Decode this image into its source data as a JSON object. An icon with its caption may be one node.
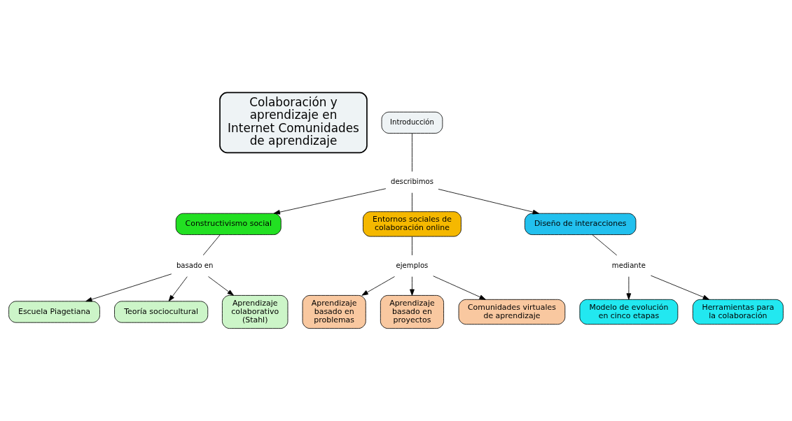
{
  "diagram": {
    "nodes": [
      {
        "text": [
          "Colaboración y aprendizaje en Internet Comunidades de aprendizaje"
        ]
      },
      {
        "text": [
          "Introducción"
        ]
      },
      {
        "text": [
          "describimos"
        ]
      },
      {
        "text": [
          "Constructivismo social"
        ]
      },
      {
        "text": [
          "Entornos sociales de colaboración online"
        ]
      },
      {
        "text": [
          "Diseño de interacciones"
        ]
      },
      {
        "text": [
          "basado en"
        ]
      },
      {
        "text": [
          "Escuela Piagetiana"
        ]
      },
      {
        "text": [
          "Teoría sociocultural"
        ]
      },
      {
        "text": [
          "Aprendizaje colaborativo (Stahl)"
        ]
      },
      {
        "text": [
          "ejemplos"
        ]
      },
      {
        "text": [
          "Aprendizaje basado en problemas"
        ]
      },
      {
        "text": [
          "Aprendizaje basado en proyectos"
        ]
      },
      {
        "text": [
          "Comunidades virtuales de aprendizaje"
        ]
      },
      {
        "text": [
          "mediante"
        ]
      },
      {
        "text": [
          "Modelo de evolución en cinco etapas"
        ]
      },
      {
        "text": [
          "Herramientas para la colaboración"
        ]
      }
    ],
    "edges": [
      {
        "from": 1,
        "to": 2,
        "arrow": "none"
      },
      {
        "from": 2,
        "to": 3,
        "arrow": "to"
      },
      {
        "from": 2,
        "to": 4,
        "arrow": "none"
      },
      {
        "from": 2,
        "to": 5,
        "arrow": "to"
      },
      {
        "from": 3,
        "to": 6,
        "arrow": "none"
      },
      {
        "from": 6,
        "to": 7,
        "arrow": "to"
      },
      {
        "from": 6,
        "to": 8,
        "arrow": "to"
      },
      {
        "from": 6,
        "to": 9,
        "arrow": "to"
      },
      {
        "from": 4,
        "to": 10,
        "arrow": "none"
      },
      {
        "from": 10,
        "to": 11,
        "arrow": "to"
      },
      {
        "from": 10,
        "to": 12,
        "arrow": "to"
      },
      {
        "from": 10,
        "to": 13,
        "arrow": "to"
      },
      {
        "from": 5,
        "to": 14,
        "arrow": "none"
      },
      {
        "from": 14,
        "to": 15,
        "arrow": "to"
      },
      {
        "from": 14,
        "to": 16,
        "arrow": "to"
      }
    ]
  }
}
